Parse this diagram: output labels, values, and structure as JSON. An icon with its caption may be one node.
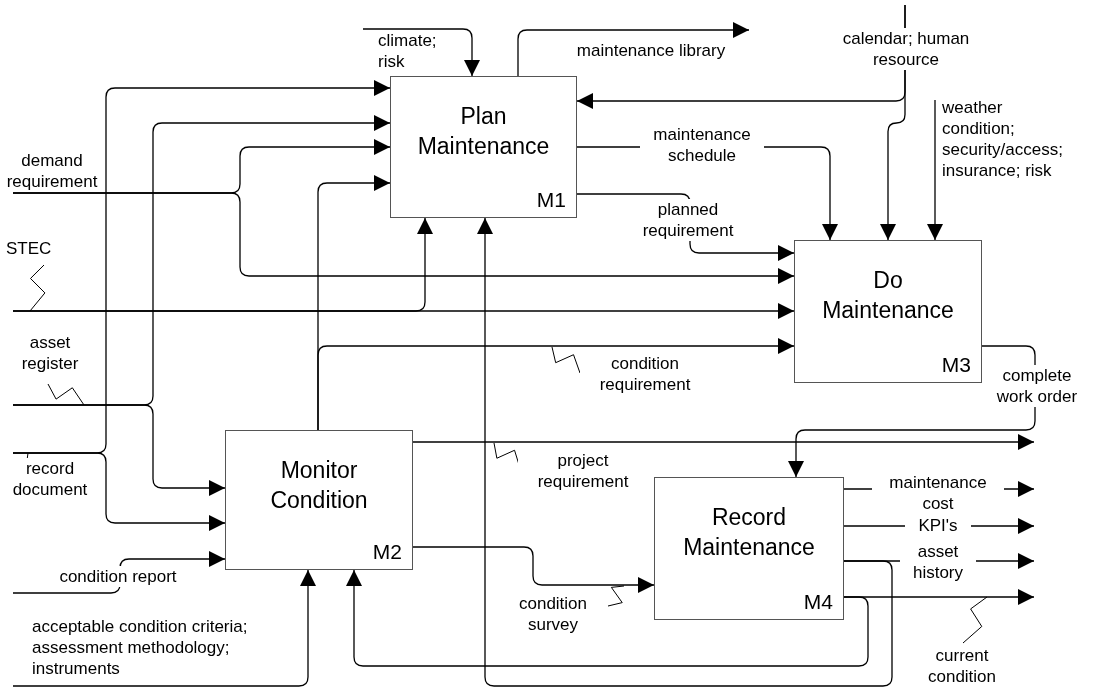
{
  "diagram": {
    "nodes": [
      {
        "text": [
          "Plan Maintenance",
          "M1"
        ]
      },
      {
        "text": [
          "Do Maintenance",
          "M3"
        ]
      },
      {
        "text": [
          "Monitor Condition",
          "M2"
        ]
      },
      {
        "text": [
          "Record Maintenance",
          "M4"
        ]
      }
    ],
    "edges": [
      {
        "from": null,
        "to": 0,
        "arrow": "to",
        "label": "demand requirement"
      },
      {
        "from": null,
        "to": 1,
        "arrow": "to"
      },
      {
        "from": null,
        "to": 0,
        "arrow": "to",
        "label": "STEC"
      },
      {
        "from": null,
        "to": 1,
        "arrow": "to"
      },
      {
        "from": null,
        "to": 0,
        "arrow": "to",
        "label": "asset register"
      },
      {
        "from": null,
        "to": 2,
        "arrow": "to"
      },
      {
        "from": null,
        "to": 0,
        "arrow": "to",
        "label": "record document"
      },
      {
        "from": null,
        "to": 2,
        "arrow": "to"
      },
      {
        "from": null,
        "to": 2,
        "arrow": "to",
        "label": "condition report"
      },
      {
        "from": null,
        "to": 0,
        "arrow": "to",
        "label": "climate; risk"
      },
      {
        "from": 0,
        "to": null,
        "arrow": "to",
        "label": "maintenance library"
      },
      {
        "from": null,
        "to": 0,
        "arrow": "to",
        "label": "calendar; human resource"
      },
      {
        "from": null,
        "to": 1,
        "arrow": "to"
      },
      {
        "from": null,
        "to": 1,
        "arrow": "to",
        "label": "weather condition; security/access; insurance; risk"
      },
      {
        "from": 0,
        "to": 1,
        "arrow": "to",
        "label": "maintenance schedule"
      },
      {
        "from": 0,
        "to": 1,
        "arrow": "to",
        "label": "planned requirement"
      },
      {
        "from": 2,
        "to": 0,
        "arrow": "to"
      },
      {
        "from": 2,
        "to": 1,
        "arrow": "to",
        "label": "condition requirement"
      },
      {
        "from": 2,
        "to": null,
        "arrow": "to",
        "label": "project requirement"
      },
      {
        "from": 2,
        "to": 3,
        "arrow": "to",
        "label": "condition survey"
      },
      {
        "from": 1,
        "to": 3,
        "arrow": "to",
        "label": "complete work order"
      },
      {
        "from": 3,
        "to": null,
        "arrow": "to",
        "label": "maintenance cost"
      },
      {
        "from": 3,
        "to": null,
        "arrow": "to",
        "label": "KPI's"
      },
      {
        "from": 3,
        "to": null,
        "arrow": "to",
        "label": "asset history"
      },
      {
        "from": 3,
        "to": 0,
        "arrow": "to"
      },
      {
        "from": 3,
        "to": null,
        "arrow": "to",
        "label": "current condition"
      },
      {
        "from": 3,
        "to": 2,
        "arrow": "to"
      },
      {
        "from": null,
        "to": 2,
        "arrow": "to",
        "label": "acceptable condition criteria; assessment methodology; instruments"
      }
    ]
  }
}
